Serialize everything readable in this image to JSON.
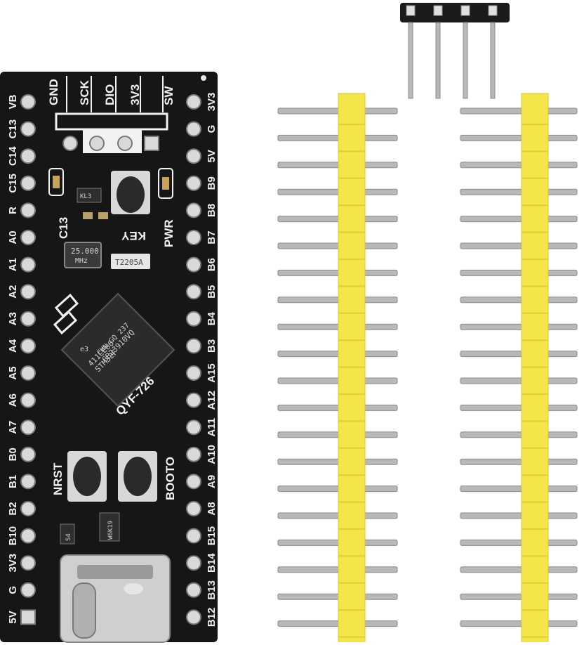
{
  "board": {
    "left_pins": [
      "VB",
      "C13",
      "C14",
      "C15",
      "R",
      "A0",
      "A1",
      "A2",
      "A3",
      "A4",
      "A5",
      "A6",
      "A7",
      "B0",
      "B1",
      "B2",
      "B10",
      "3V3",
      "G",
      "5V"
    ],
    "right_pins": [
      "3V3",
      "G",
      "5V",
      "B9",
      "B8",
      "B7",
      "B6",
      "B5",
      "B4",
      "B3",
      "A15",
      "A12",
      "A11",
      "A10",
      "A9",
      "A8",
      "B15",
      "B14",
      "B13",
      "B12"
    ],
    "swd_labels": [
      "GND",
      "SCK",
      "DIO",
      "3V3",
      "SW"
    ],
    "components": {
      "key_label": "KEY",
      "pwr_label": "PWR",
      "c13_label": "C13",
      "nrst_label": "NRST",
      "boot0_label": "BOOTO",
      "crystal_line1": "25.000",
      "crystal_line2": "MHz",
      "small_crystal": "T2205A",
      "mcu_lines": [
        "STM32F",
        "411CEU6",
        "GB23910VQ",
        "CHN GQ 237",
        "e3"
      ],
      "board_id": "QYF-726",
      "regulator": "W6K19",
      "diode": "S4"
    }
  },
  "headers": {
    "pins_per_row": 20,
    "header_color": "#f4e64a",
    "pin_color": "#b8b8b8"
  },
  "colors": {
    "pcb": "#161616",
    "silkscreen": "#f2f2f2",
    "pad": "#d9d9d9"
  }
}
